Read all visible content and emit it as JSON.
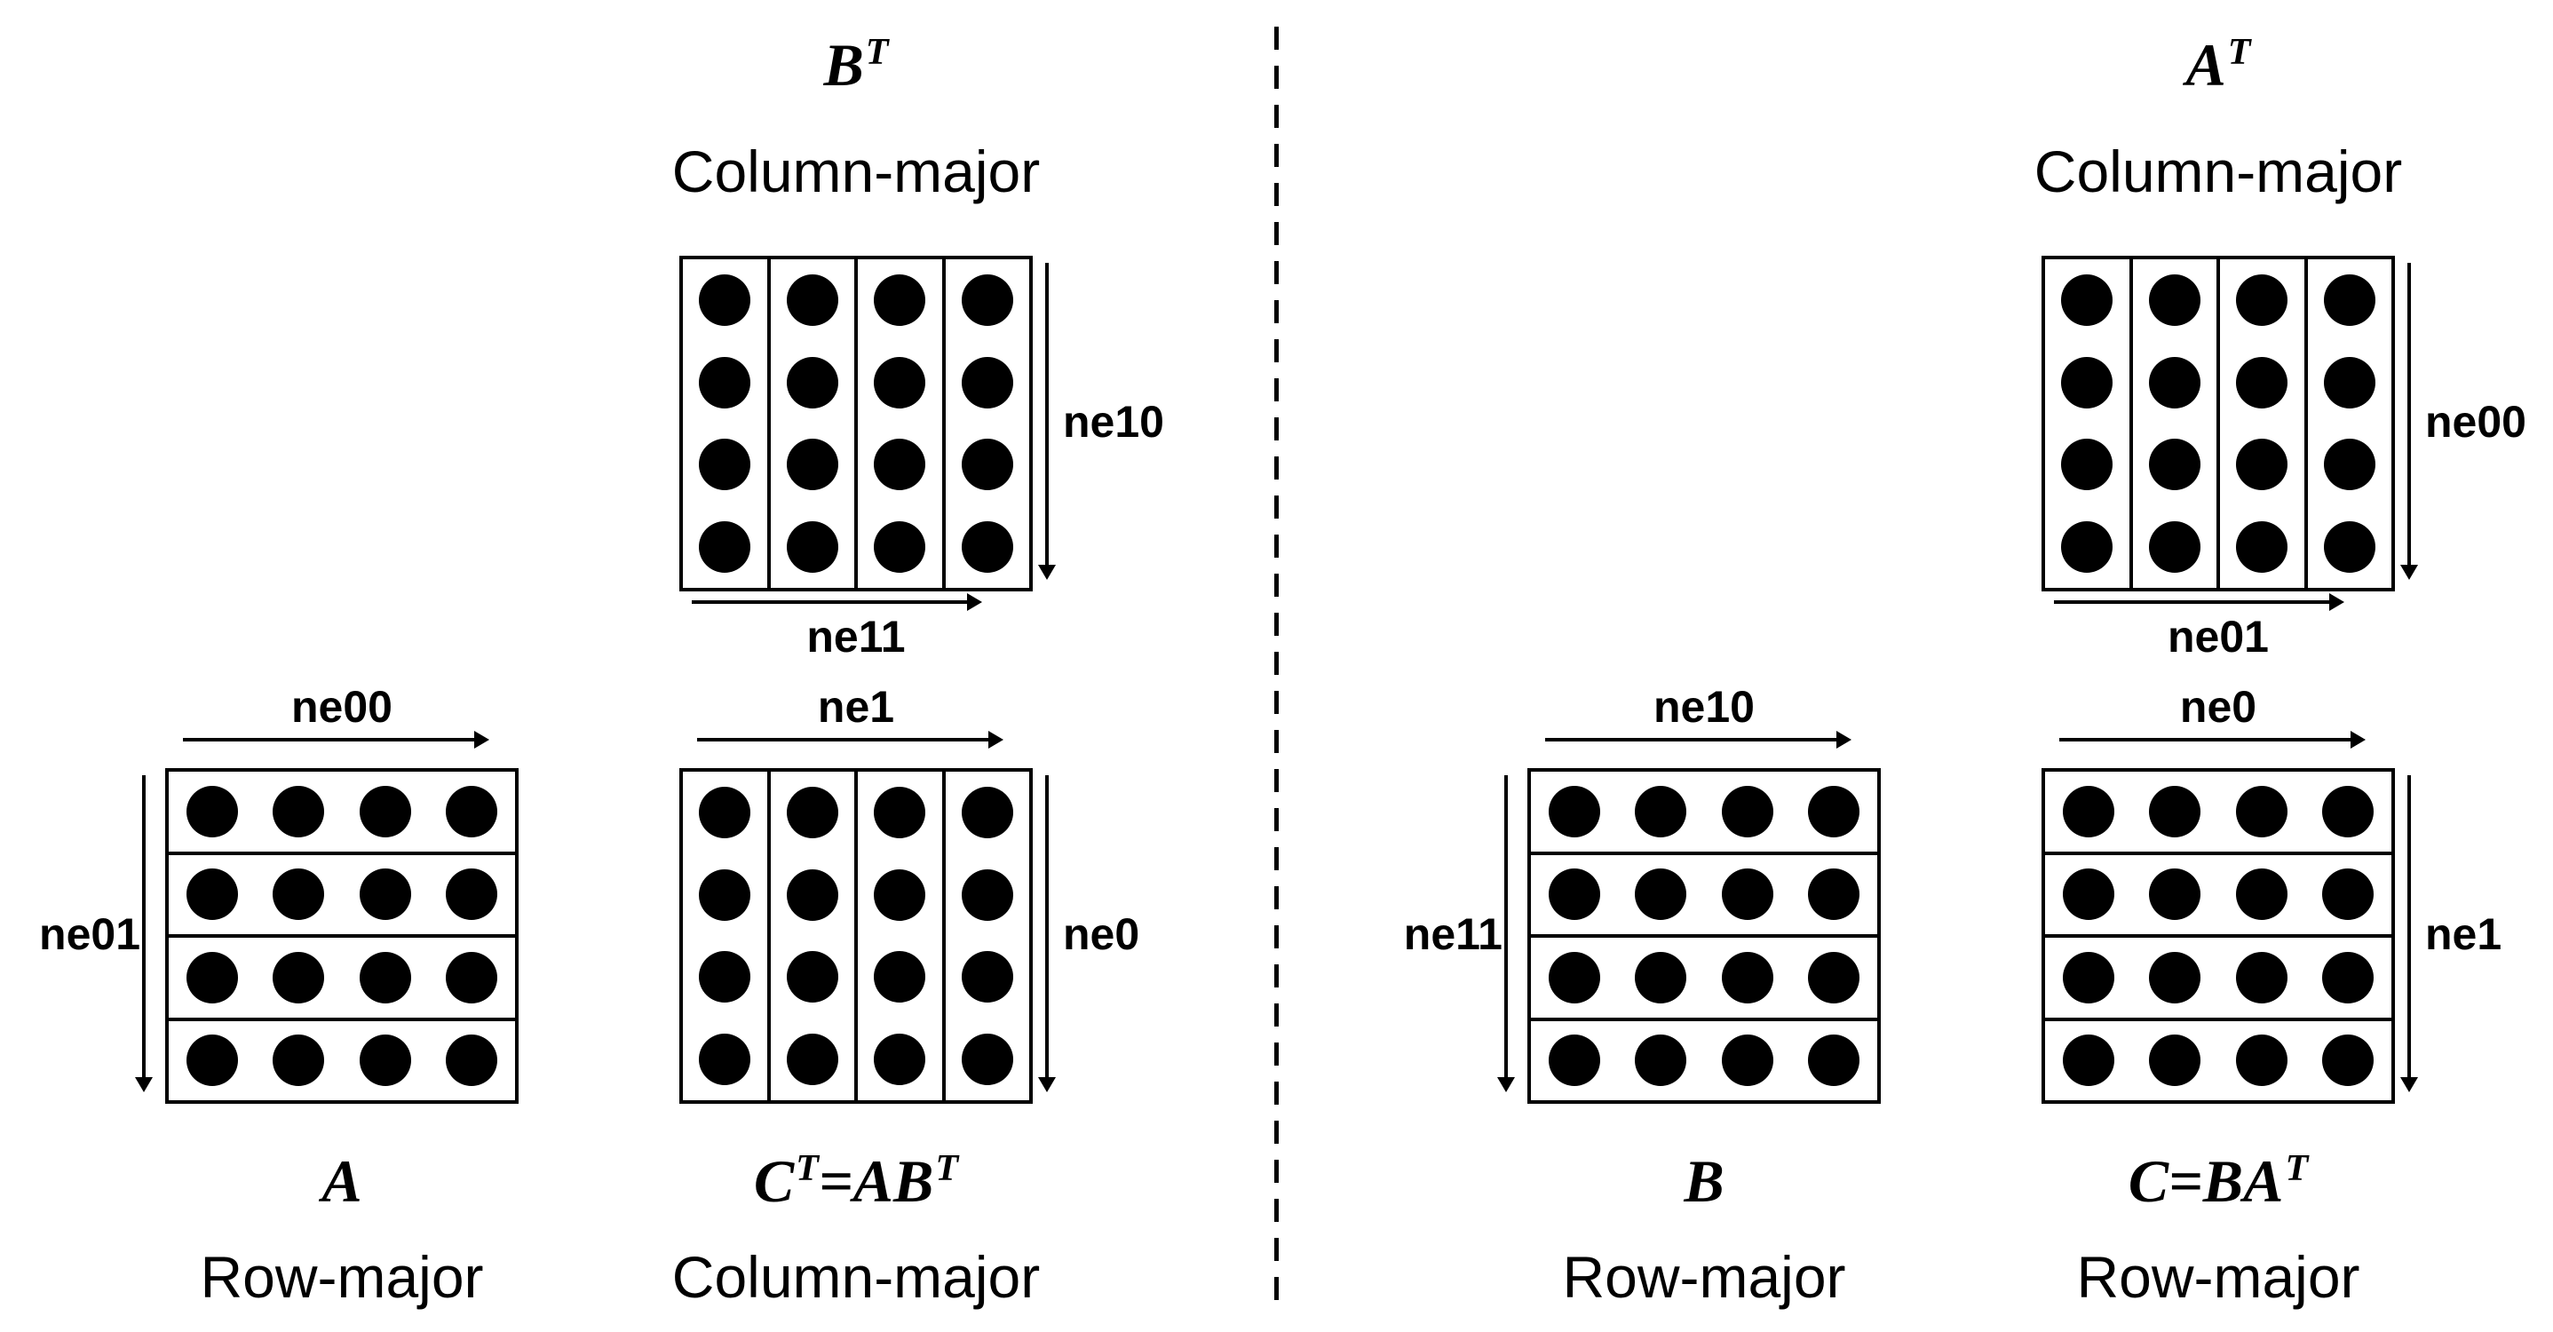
{
  "colors": {
    "ink": "#000000",
    "background": "#ffffff"
  },
  "panels": {
    "left": {
      "top": {
        "title": [
          {
            "text": "B"
          },
          {
            "text": "T",
            "sup": true
          }
        ],
        "layout": "Column-major",
        "side_label": "ne10",
        "bottom_label": "ne11",
        "grid": {
          "orientation": "column",
          "rows": 4,
          "cols": 4
        }
      },
      "bottom_left": {
        "title": [
          {
            "text": "A"
          }
        ],
        "layout": "Row-major",
        "top_label": "ne00",
        "side_label": "ne01",
        "grid": {
          "orientation": "row",
          "rows": 4,
          "cols": 4
        }
      },
      "bottom_right": {
        "title": [
          {
            "text": "C"
          },
          {
            "text": "T",
            "sup": true
          },
          {
            "text": "=AB"
          },
          {
            "text": "T",
            "sup": true
          }
        ],
        "layout": "Column-major",
        "top_label": "ne1",
        "side_label": "ne0",
        "grid": {
          "orientation": "column",
          "rows": 4,
          "cols": 4
        }
      }
    },
    "right": {
      "top": {
        "title": [
          {
            "text": "A"
          },
          {
            "text": "T",
            "sup": true
          }
        ],
        "layout": "Column-major",
        "side_label": "ne00",
        "bottom_label": "ne01",
        "grid": {
          "orientation": "column",
          "rows": 4,
          "cols": 4
        }
      },
      "bottom_left": {
        "title": [
          {
            "text": "B"
          }
        ],
        "layout": "Row-major",
        "top_label": "ne10",
        "side_label": "ne11",
        "grid": {
          "orientation": "row",
          "rows": 4,
          "cols": 4
        }
      },
      "bottom_right": {
        "title": [
          {
            "text": "C=BA"
          },
          {
            "text": "T",
            "sup": true
          }
        ],
        "layout": "Row-major",
        "top_label": "ne0",
        "side_label": "ne1",
        "grid": {
          "orientation": "row",
          "rows": 4,
          "cols": 4
        }
      }
    }
  }
}
